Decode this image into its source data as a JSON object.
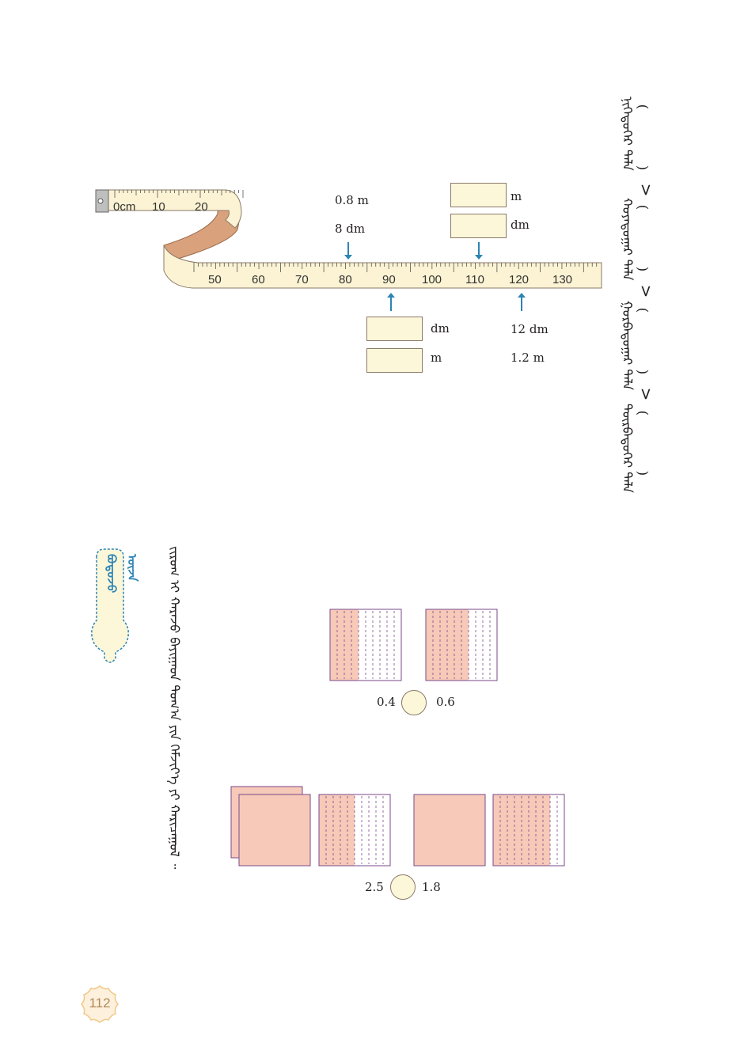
{
  "right_column": {
    "segments": [
      {
        "text": "ᠨᠢᠭᠡᠳᠦᠭᠡᠷ ᠲᠠᠯᠠ",
        "paren_open": "(",
        "paren_close": ")"
      },
      {
        "text": "ᠬᠣᠶᠠᠳᠤᠭᠠᠷ ᠲᠠᠯᠠ",
        "paren_open": "(",
        "paren_close": ")"
      },
      {
        "text": "ᠭᠤᠷᠪᠠᠳᠤᠭᠠᠷ ᠲᠠᠯᠠ",
        "paren_open": "(",
        "paren_close": ")"
      },
      {
        "text": "ᠳᠥᠷᠪᠡᠳᠦᠭᠡᠷ ᠲᠠᠯᠠ",
        "paren_open": "(",
        "paren_close": ")"
      }
    ],
    "relation_symbols": [
      ">",
      ">",
      ">"
    ]
  },
  "tape": {
    "start_labels": [
      "0cm",
      "10",
      "20"
    ],
    "main_labels": [
      "50",
      "60",
      "70",
      "80",
      "90",
      "100",
      "110",
      "120",
      "130"
    ]
  },
  "annotations": {
    "top_left": {
      "line1": "0.8 m",
      "line2": "8 dm"
    },
    "top_right_boxes": {
      "unit1": "m",
      "unit2": "dm"
    },
    "bottom_left_boxes": {
      "unit1": "dm",
      "unit2": "m"
    },
    "bottom_right": {
      "line1": "12 dm",
      "line2": "1.2 m"
    }
  },
  "bubble_title": "ᠪᠣᠳᠣᠵᠤ ᠦᠵᠡ",
  "instruction": "ᠵᠢᠷᠤᠭ ᠢ ᠬᠠᠷᠠᠵᠤ ᠪᠠᠶᠢᠭᠠᠳ ᠲᠣᠭ᠎ᠠ ᠶᠢᠨ ᠬᠡᠮᠵᠢᠶ᠎ᠡ ᠶᠢ ᠬᠠᠷᠢᠴᠠᠭᠤᠯ ᠃",
  "compare1": {
    "left": "0.4",
    "right": "0.6",
    "left_fraction": 0.4,
    "right_fraction": 0.6
  },
  "compare2": {
    "left": "2.5",
    "right": "1.8",
    "left_whole": 2,
    "left_fraction": 0.5,
    "right_whole": 1,
    "right_fraction": 0.8
  },
  "page_number": "112",
  "colors": {
    "accent_blue": "#2c84b5",
    "pink": "#f6c9b8",
    "box_fill": "#fdf7d9",
    "tape": "#fbf3d3",
    "tape_back": "#d9a17c",
    "purple": "#7b4a8a",
    "page_num": "#f1c98a"
  }
}
